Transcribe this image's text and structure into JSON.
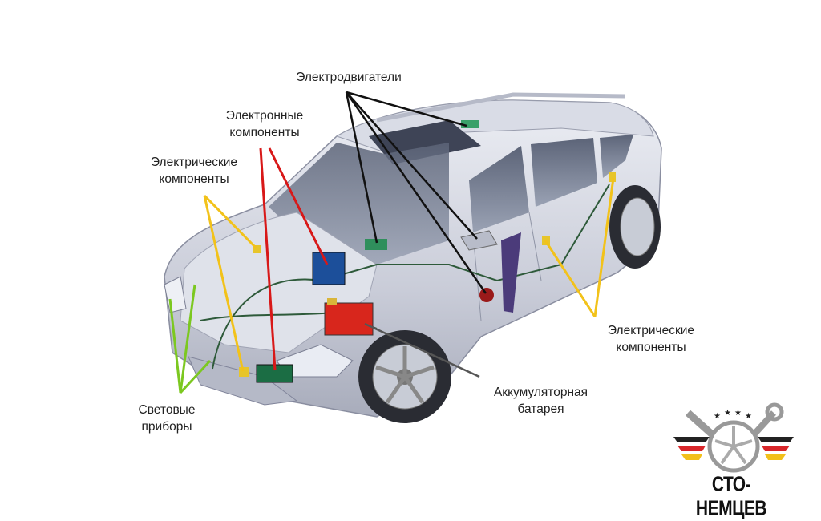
{
  "labels": {
    "motors": "Электродвигатели",
    "electronic_1": "Электронные",
    "electronic_2": "компоненты",
    "electric_left_1": "Электрические",
    "electric_left_2": "компоненты",
    "electric_right_1": "Электрические",
    "electric_right_2": "компоненты",
    "battery_1": "Аккумуляторная",
    "battery_2": "батарея",
    "lights_1": "Световые",
    "lights_2": "приборы"
  },
  "logo": {
    "text": "СТО-НЕМЦЕВ"
  },
  "colors": {
    "motors_line": "#111111",
    "electronic_line": "#d81818",
    "electric_line": "#f2c21a",
    "battery_line": "#555555",
    "lights_line": "#7cc820",
    "car_body": "#d3d6e0"
  }
}
